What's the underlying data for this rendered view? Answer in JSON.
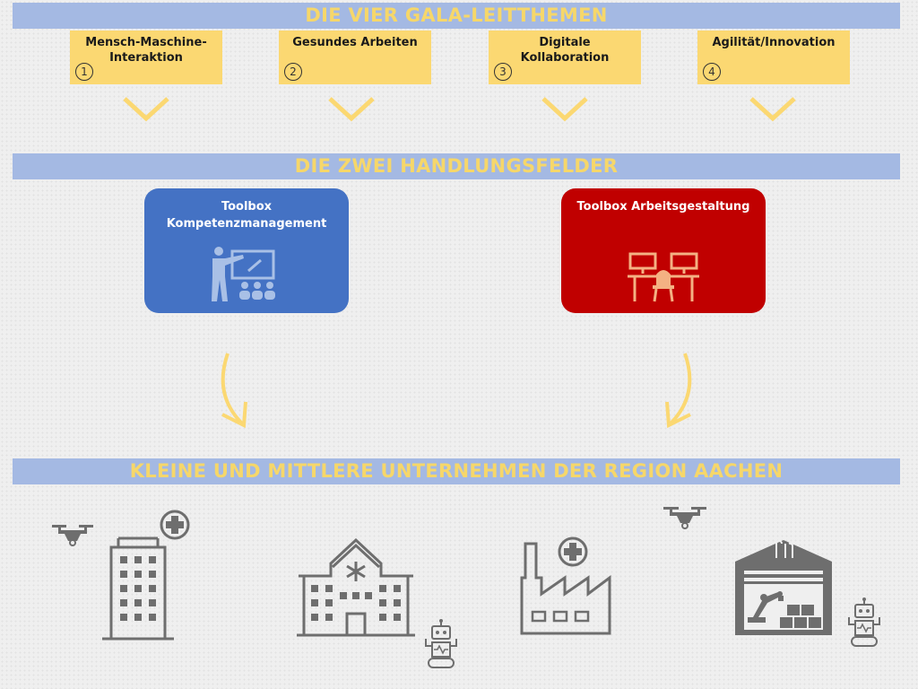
{
  "banners": {
    "themes": "DIE VIER GALA-LEITTHEMEN",
    "fields": "DIE ZWEI HANDLUNGSFELDER",
    "companies": "KLEINE UND MITTLERE UNTERNEHMEN DER REGION AACHEN"
  },
  "themes": [
    {
      "number": "1",
      "line1": "Mensch-Maschine-",
      "line2": "Interaktion"
    },
    {
      "number": "2",
      "line1": "Gesundes Arbeiten",
      "line2": ""
    },
    {
      "number": "3",
      "line1": "Digitale",
      "line2": "Kollaboration"
    },
    {
      "number": "4",
      "line1": "Agilität/Innovation",
      "line2": ""
    }
  ],
  "toolboxes": [
    {
      "line1": "Toolbox",
      "line2": "Kompetenzmanagement",
      "icon": "teacher-presentation-icon"
    },
    {
      "line1": "Toolbox Arbeitsgestaltung",
      "line2": "",
      "icon": "workstations-icon"
    }
  ],
  "companies": [
    {
      "icon": "office-building-icon",
      "extras": [
        "drone-icon",
        "medical-cross-icon"
      ]
    },
    {
      "icon": "hospital-building-icon",
      "extras": [
        "robot-icon"
      ]
    },
    {
      "icon": "factory-icon",
      "extras": [
        "medical-cross-icon"
      ]
    },
    {
      "icon": "warehouse-robot-arm-icon",
      "extras": [
        "drone-icon",
        "robot-icon"
      ]
    }
  ],
  "colors": {
    "banner_bg": "#a4b9e3",
    "banner_text": "#f6d76a",
    "theme_card": "#fbd872",
    "chevron": "#fbd872",
    "toolbox_blue": "#4472c4",
    "toolbox_red": "#c00000",
    "icon_gray": "#6e6e6e"
  }
}
